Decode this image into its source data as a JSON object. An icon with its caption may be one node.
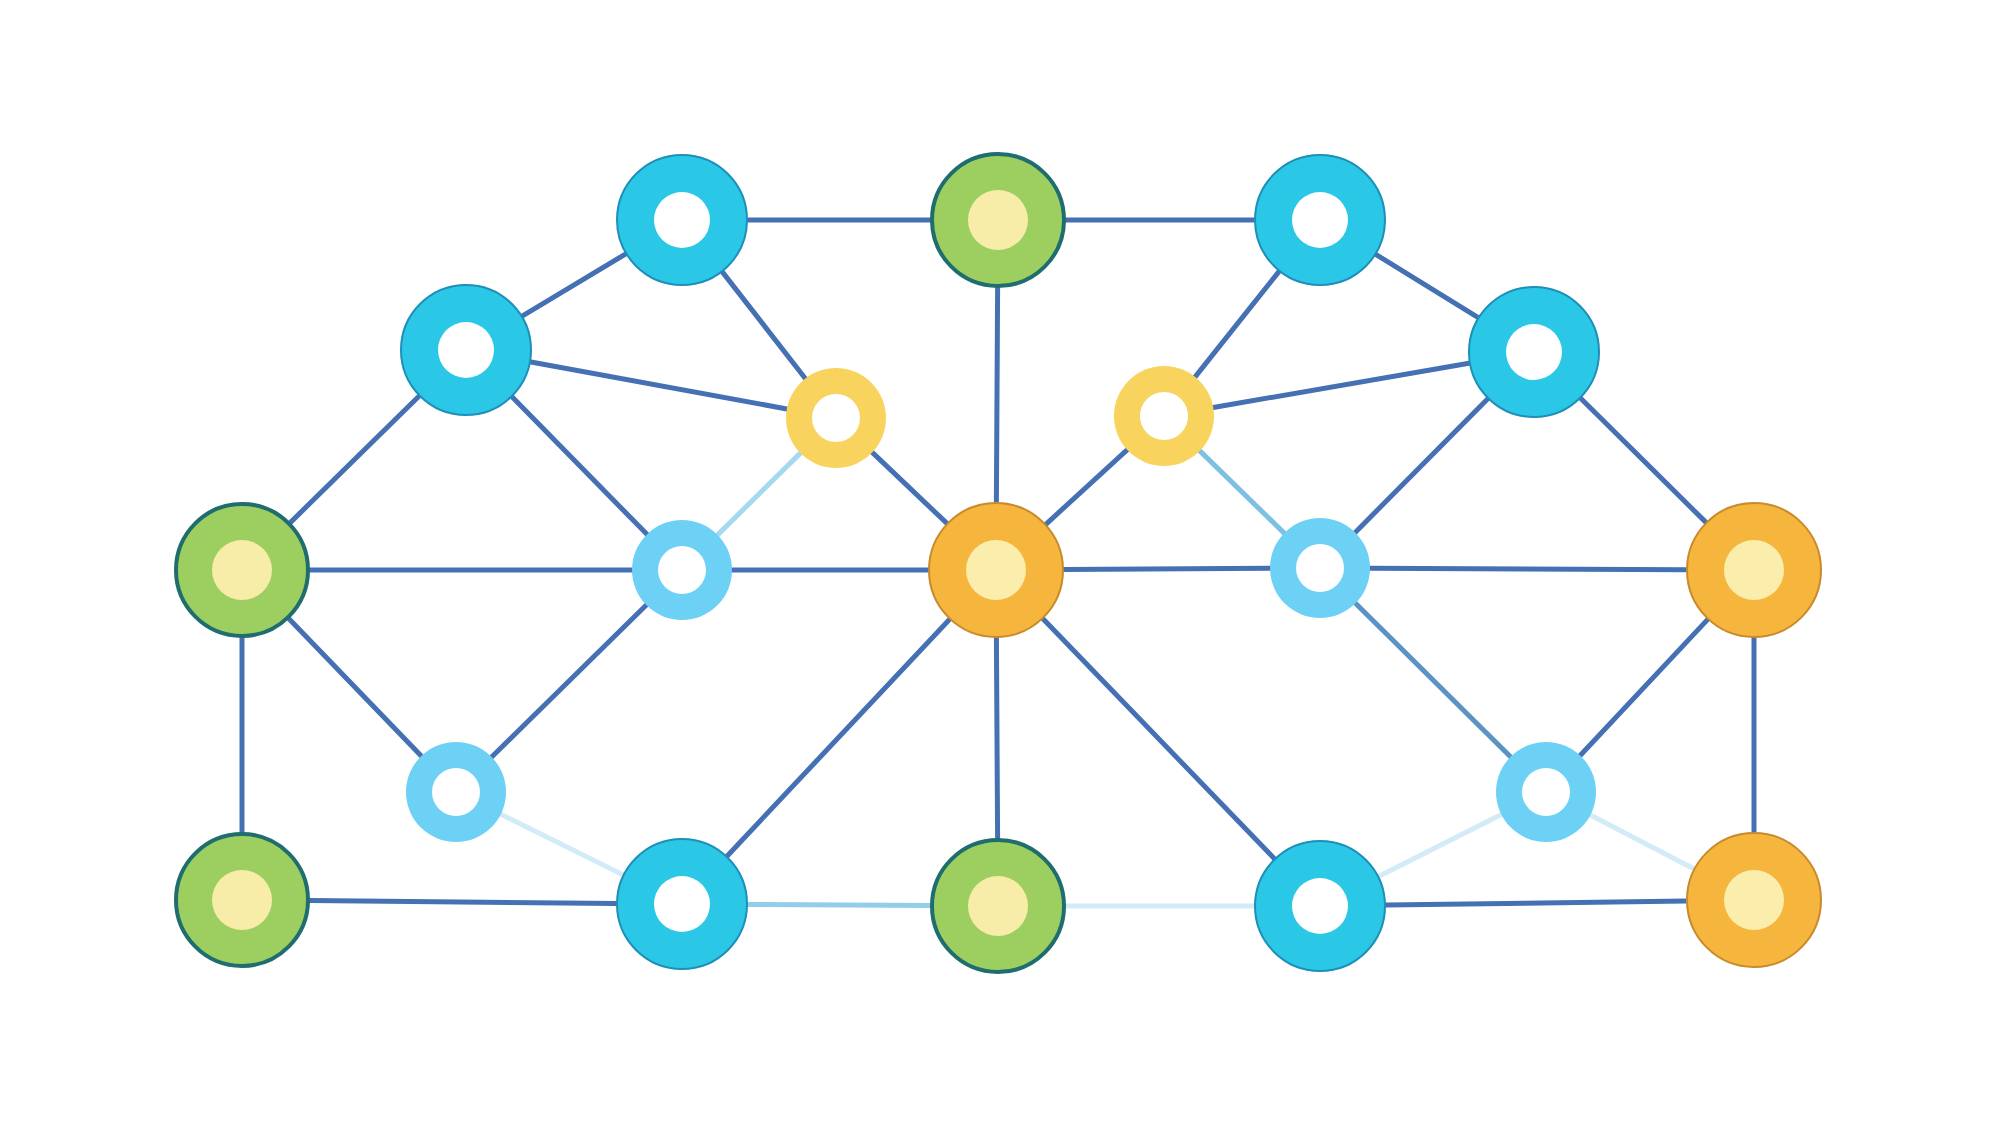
{
  "diagram": {
    "nodes": [
      {
        "text": [],
        "shape": "circle"
      },
      {
        "text": [],
        "shape": "circle"
      },
      {
        "text": [],
        "shape": "circle"
      },
      {
        "text": [],
        "shape": "circle"
      },
      {
        "text": [],
        "shape": "circle"
      },
      {
        "text": [],
        "shape": "circle"
      },
      {
        "text": [],
        "shape": "circle"
      },
      {
        "text": [],
        "shape": "circle"
      },
      {
        "text": [],
        "shape": "circle"
      },
      {
        "text": [],
        "shape": "circle"
      },
      {
        "text": [],
        "shape": "circle"
      },
      {
        "text": [],
        "shape": "circle"
      },
      {
        "text": [],
        "shape": "circle"
      },
      {
        "text": [],
        "shape": "circle"
      },
      {
        "text": [],
        "shape": "circle"
      },
      {
        "text": [],
        "shape": "circle"
      },
      {
        "text": [],
        "shape": "circle"
      },
      {
        "text": [],
        "shape": "circle"
      },
      {
        "text": [],
        "shape": "circle"
      }
    ],
    "edges": [
      {
        "from": 0,
        "to": 1,
        "arrow": "none"
      },
      {
        "from": 1,
        "to": 2,
        "arrow": "none"
      },
      {
        "from": 0,
        "to": 3,
        "arrow": "none"
      },
      {
        "from": 0,
        "to": 5,
        "arrow": "none"
      },
      {
        "from": 3,
        "to": 5,
        "arrow": "none"
      },
      {
        "from": 2,
        "to": 4,
        "arrow": "none"
      },
      {
        "from": 2,
        "to": 6,
        "arrow": "none"
      },
      {
        "from": 6,
        "to": 4,
        "arrow": "none"
      },
      {
        "from": 1,
        "to": 9,
        "arrow": "none"
      },
      {
        "from": 3,
        "to": 7,
        "arrow": "none"
      },
      {
        "from": 3,
        "to": 8,
        "arrow": "none"
      },
      {
        "from": 5,
        "to": 8,
        "arrow": "none",
        "color": "#a6d9f0"
      },
      {
        "from": 5,
        "to": 9,
        "arrow": "none"
      },
      {
        "from": 6,
        "to": 9,
        "arrow": "none"
      },
      {
        "from": 6,
        "to": 10,
        "arrow": "none",
        "color": "#7cc0e2"
      },
      {
        "from": 4,
        "to": 10,
        "arrow": "none"
      },
      {
        "from": 4,
        "to": 11,
        "arrow": "none"
      },
      {
        "from": 7,
        "to": 8,
        "arrow": "none"
      },
      {
        "from": 8,
        "to": 9,
        "arrow": "none"
      },
      {
        "from": 9,
        "to": 10,
        "arrow": "none"
      },
      {
        "from": 10,
        "to": 11,
        "arrow": "none"
      },
      {
        "from": 7,
        "to": 14,
        "arrow": "none"
      },
      {
        "from": 7,
        "to": 12,
        "arrow": "none"
      },
      {
        "from": 12,
        "to": 8,
        "arrow": "none"
      },
      {
        "from": 9,
        "to": 15,
        "arrow": "none"
      },
      {
        "from": 9,
        "to": 16,
        "arrow": "none"
      },
      {
        "from": 9,
        "to": 17,
        "arrow": "none"
      },
      {
        "from": 10,
        "to": 13,
        "arrow": "none",
        "color": "#5b93c4"
      },
      {
        "from": 13,
        "to": 11,
        "arrow": "none"
      },
      {
        "from": 11,
        "to": 18,
        "arrow": "none"
      },
      {
        "from": 12,
        "to": 15,
        "arrow": "none",
        "color": "#d3ebf7"
      },
      {
        "from": 13,
        "to": 17,
        "arrow": "none",
        "color": "#d3ebf7"
      },
      {
        "from": 13,
        "to": 18,
        "arrow": "none",
        "color": "#d3ebf7"
      },
      {
        "from": 14,
        "to": 15,
        "arrow": "none"
      },
      {
        "from": 15,
        "to": 16,
        "arrow": "none",
        "color": "#92cdea"
      },
      {
        "from": 16,
        "to": 17,
        "arrow": "none",
        "color": "#d3ebf7"
      },
      {
        "from": 17,
        "to": 18,
        "arrow": "none"
      }
    ]
  }
}
